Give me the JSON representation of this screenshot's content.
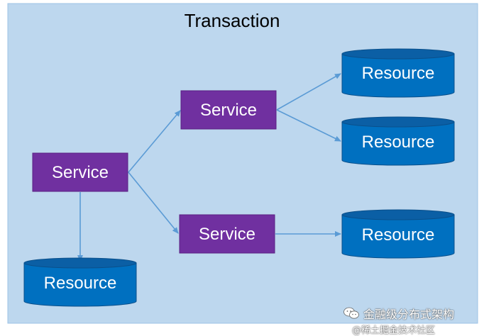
{
  "frame": {
    "title": "Transaction",
    "background": "#bdd7ee",
    "border": "#9dc3e6"
  },
  "colors": {
    "service_fill": "#7030a0",
    "service_stroke": "#5a2183",
    "resource_fill": "#0070c0",
    "resource_top": "#0b5fa5",
    "resource_stroke": "#0a4f8a",
    "arrow": "#5b9bd5"
  },
  "services": [
    {
      "id": "root",
      "label": "Service"
    },
    {
      "id": "upper",
      "label": "Service"
    },
    {
      "id": "lower",
      "label": "Service"
    }
  ],
  "resources": [
    {
      "id": "r1",
      "label": "Resource"
    },
    {
      "id": "r2",
      "label": "Resource"
    },
    {
      "id": "r3",
      "label": "Resource"
    },
    {
      "id": "r4",
      "label": "Resource"
    }
  ],
  "edges": [
    {
      "from": "root",
      "to": "upper"
    },
    {
      "from": "root",
      "to": "lower"
    },
    {
      "from": "root",
      "to": "r4"
    },
    {
      "from": "upper",
      "to": "r1"
    },
    {
      "from": "upper",
      "to": "r2"
    },
    {
      "from": "lower",
      "to": "r3"
    }
  ],
  "watermark": {
    "line1": "金融级分布式架构",
    "line2": "@稀土掘金技术社区",
    "icon": "wechat-icon"
  }
}
